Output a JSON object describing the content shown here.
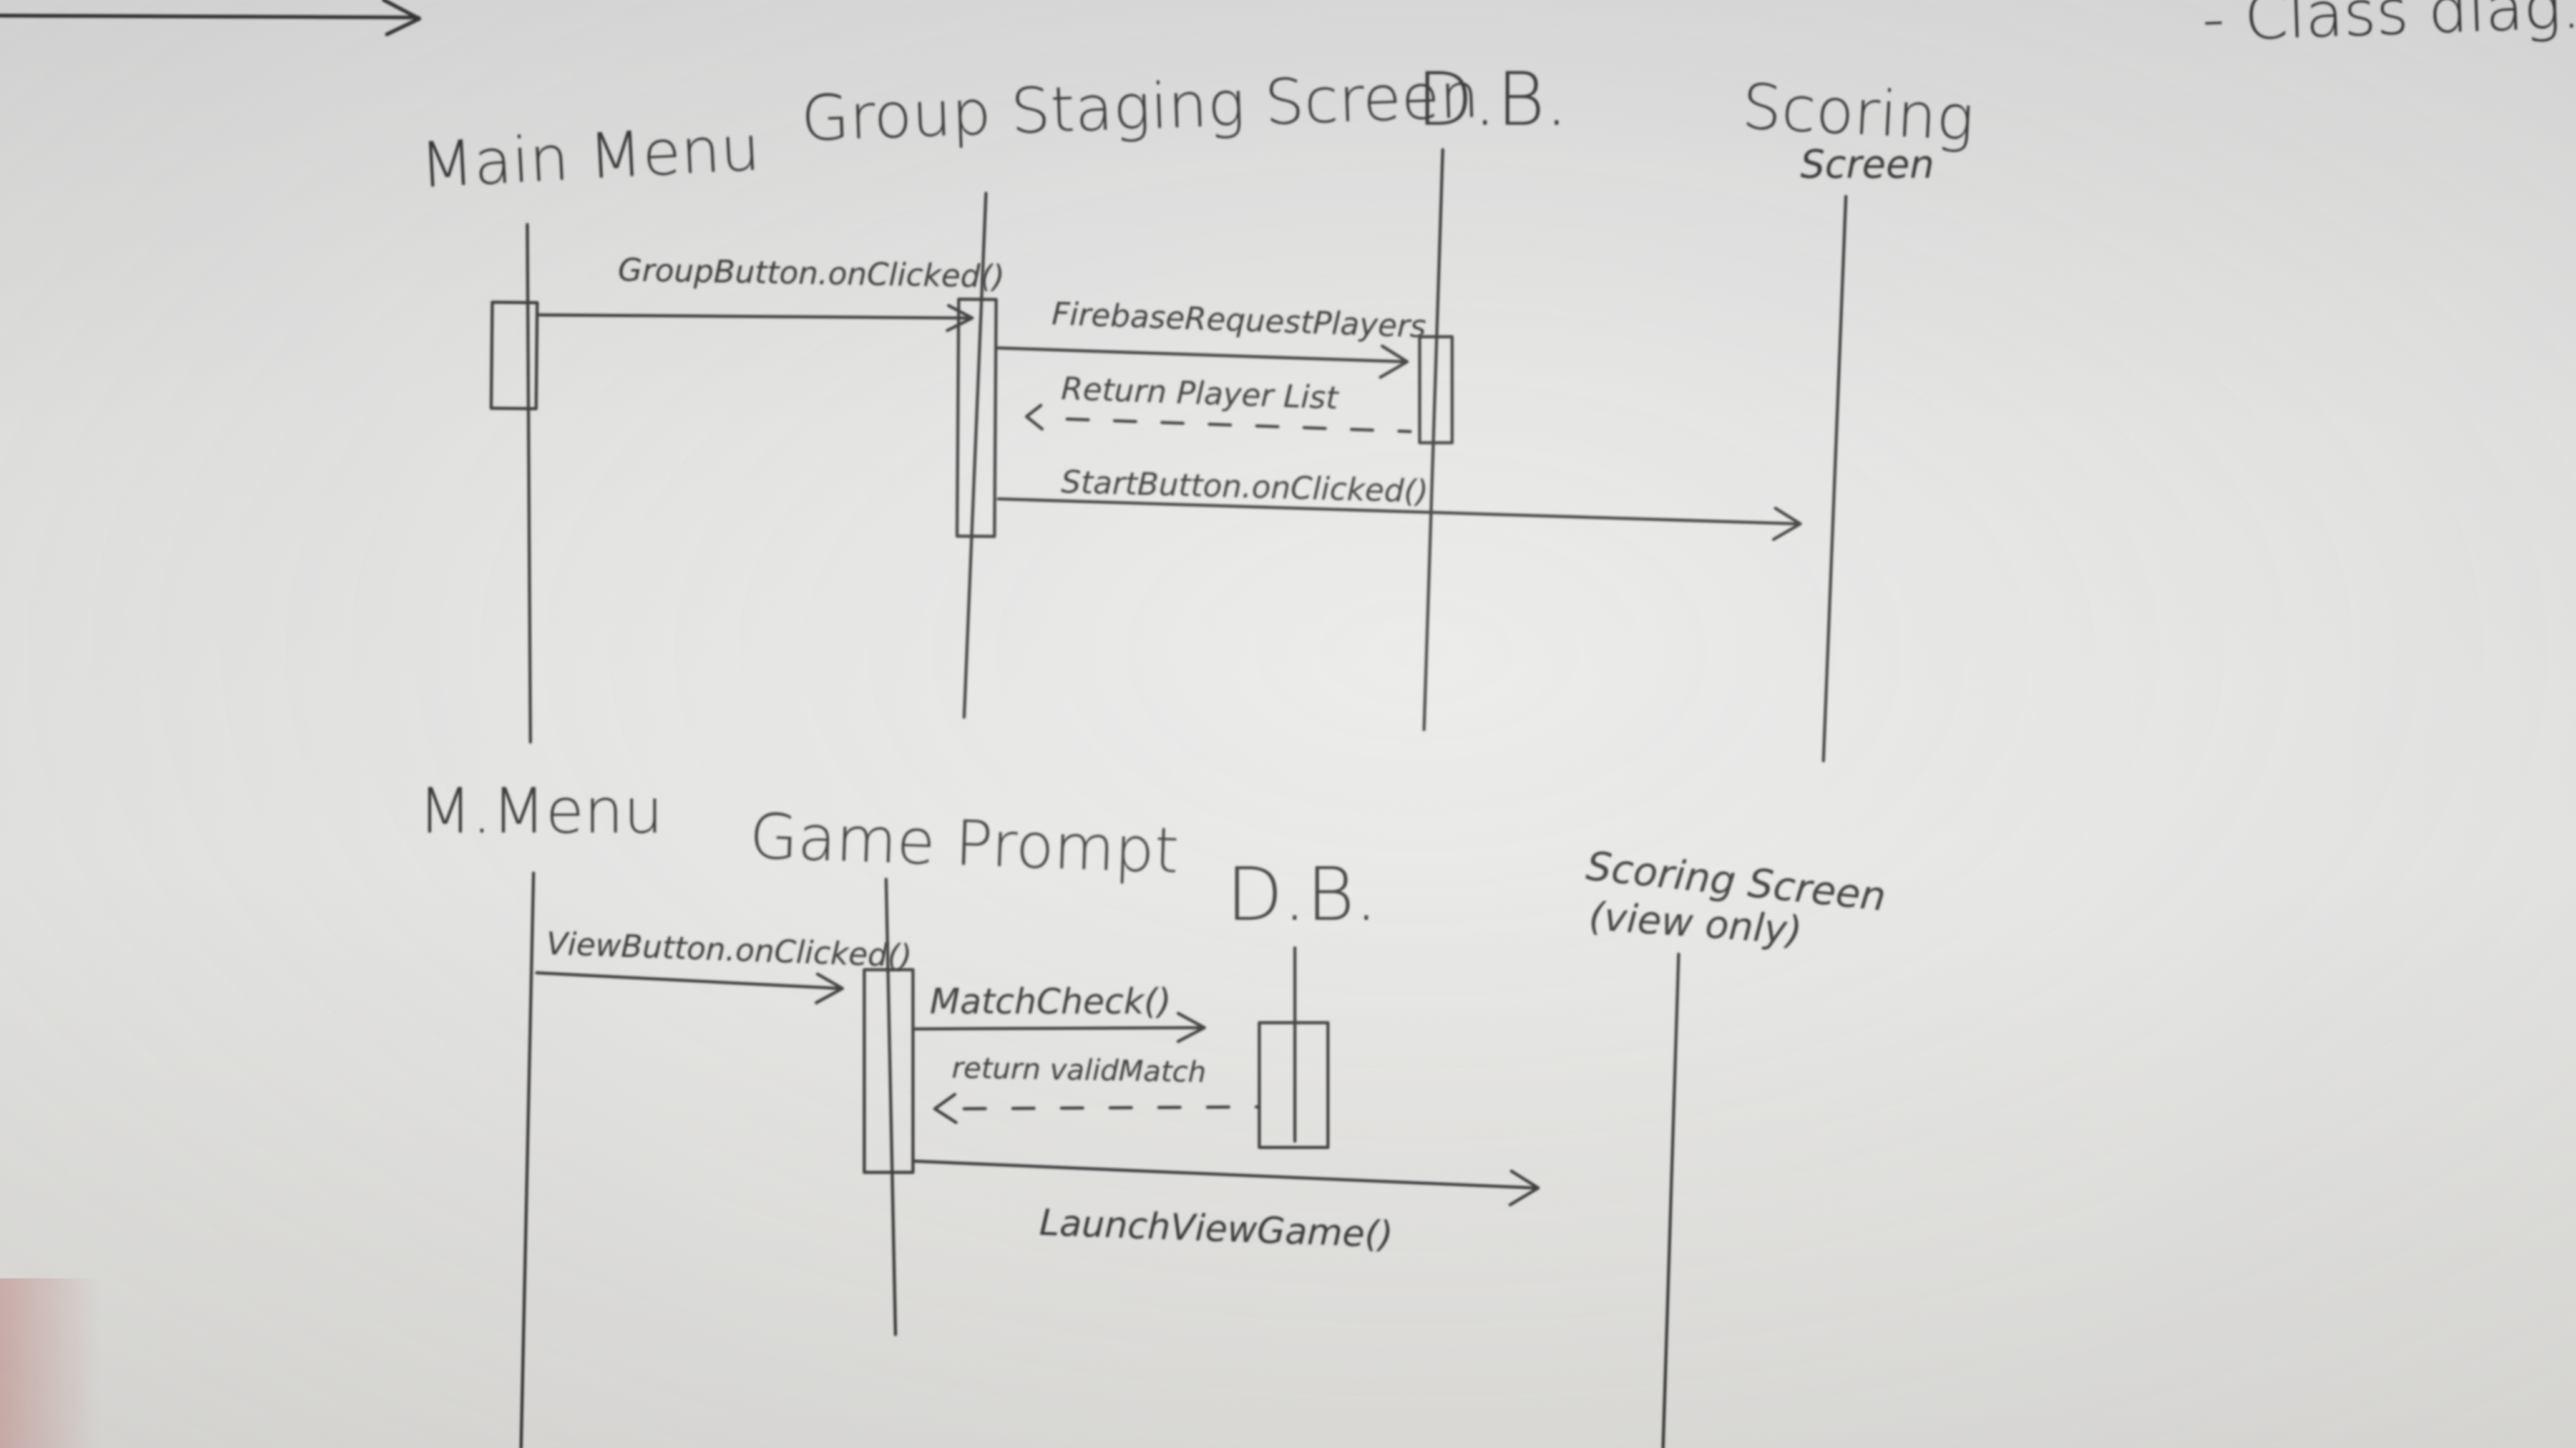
{
  "corner_note": "- Class diag.",
  "diagram1": {
    "participants": [
      "Main Menu",
      "Group Staging Screen",
      "D.B.",
      "Scoring",
      "Screen"
    ],
    "messages": [
      "GroupButton.onClicked()",
      "FirebaseRequestPlayers",
      "Return Player List",
      "StartButton.onClicked()"
    ]
  },
  "diagram2": {
    "participants": [
      "M.Menu",
      "Game Prompt",
      "D.B.",
      "Scoring Screen",
      "(view only)"
    ],
    "messages": [
      "ViewButton.onClicked()",
      "MatchCheck()",
      "return validMatch",
      "LaunchViewGame()"
    ]
  },
  "ink_color": "#2c2c2c",
  "board_color": "#e6e6e4"
}
